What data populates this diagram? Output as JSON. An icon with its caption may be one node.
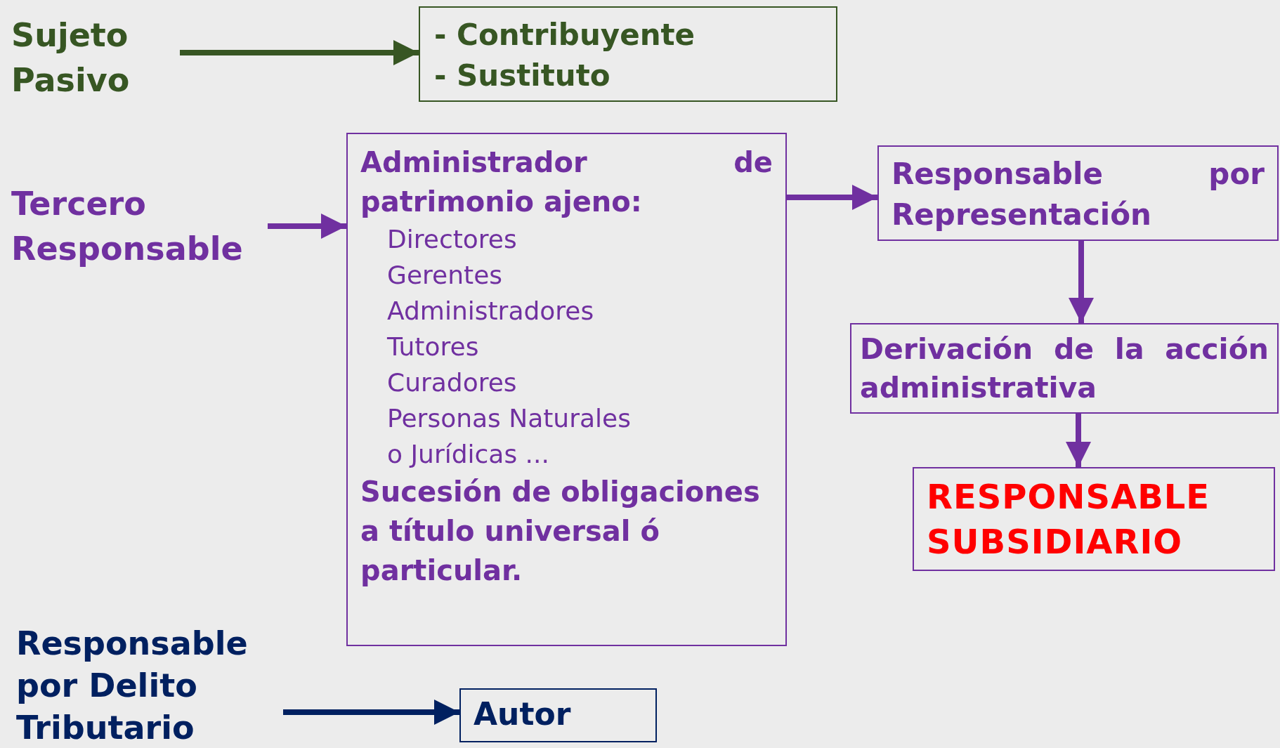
{
  "diagram": {
    "nodes": [
      {
        "text": [
          "Sujeto Pasivo"
        ]
      },
      {
        "text": [
          "- Contribuyente",
          "- Sustituto"
        ]
      },
      {
        "text": [
          "Tercero Responsable"
        ]
      },
      {
        "text": [
          "Administrador de patrimonio ajeno:",
          "Directores",
          "Gerentes",
          "Administradores",
          "Tutores",
          "Curadores",
          "Personas Naturales",
          "o Jurídicas ...",
          "Sucesión de obligaciones a título universal ó particular."
        ]
      },
      {
        "text": [
          "Responsable por Representación"
        ]
      },
      {
        "text": [
          "Derivación de la acción administrativa"
        ]
      },
      {
        "text": [
          "RESPONSABLE SUBSIDIARIO"
        ]
      },
      {
        "text": [
          "Responsable por Delito Tributario"
        ]
      },
      {
        "text": [
          "Autor"
        ]
      }
    ],
    "edges": [
      {
        "from": 0,
        "to": 1,
        "arrow": "to",
        "color": "#375623"
      },
      {
        "from": 2,
        "to": 3,
        "arrow": "to"
      },
      {
        "from": 3,
        "to": 4,
        "arrow": "to"
      },
      {
        "from": 4,
        "to": 5,
        "arrow": "to"
      },
      {
        "from": 5,
        "to": 6,
        "arrow": "to"
      },
      {
        "from": 7,
        "to": 8,
        "arrow": "to",
        "color": "#002060"
      }
    ]
  }
}
